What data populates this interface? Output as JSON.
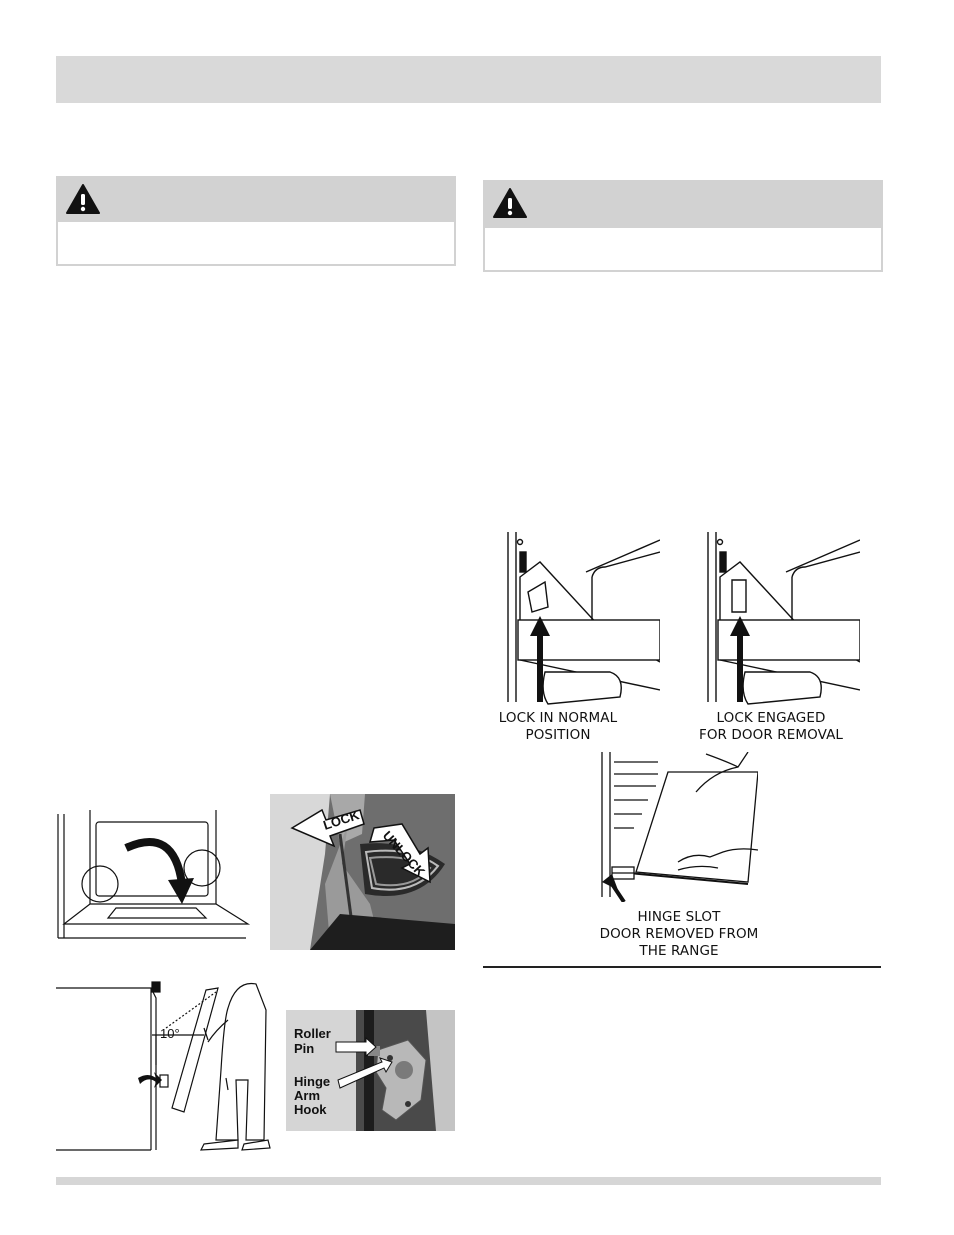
{
  "figures": {
    "lock_normal_caption_line1": "LOCK IN NORMAL",
    "lock_normal_caption_line2": "POSITION",
    "lock_engaged_caption_line1": "LOCK ENGAGED",
    "lock_engaged_caption_line2": "FOR DOOR REMOVAL",
    "hinge_caption_line1": "HINGE SLOT",
    "hinge_caption_line2": "DOOR REMOVED FROM",
    "hinge_caption_line3": "THE RANGE",
    "photo_lock_label": "LOCK",
    "photo_unlock_label": "UNLOCK",
    "angle_label": "10°",
    "roller_label_1": "Roller",
    "roller_label_2": "Pin",
    "hook_label_1": "Hinge",
    "hook_label_2": "Arm",
    "hook_label_3": "Hook"
  },
  "icons": [
    "warning-triangle-icon"
  ],
  "colors": {
    "header_bar": "#d9d9d9",
    "warning_box": "#d2d2d2"
  }
}
